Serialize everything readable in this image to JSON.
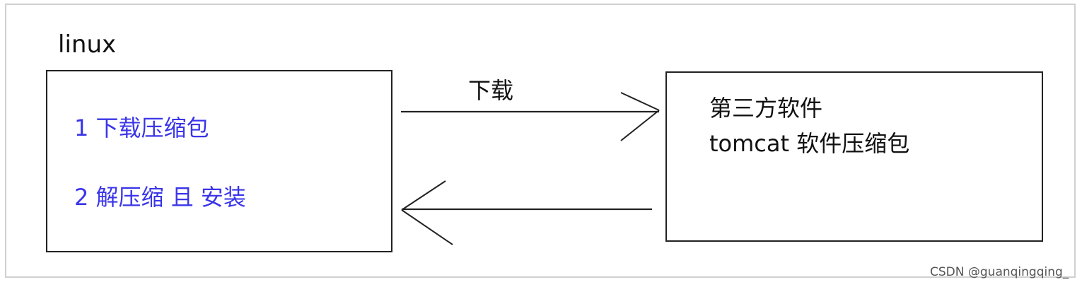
{
  "system_label": "linux",
  "local_box": {
    "steps": [
      "1 下载压缩包",
      "2 解压缩 且 安装"
    ]
  },
  "remote_box": {
    "lines": [
      "第三方软件",
      "tomcat 软件压缩包"
    ]
  },
  "arrows": {
    "forward_label": "下载"
  },
  "watermark": "CSDN @guanqingqing_",
  "colors": {
    "step_text": "#3a35e8",
    "line": "#222222",
    "frame": "#d0d0d0"
  }
}
